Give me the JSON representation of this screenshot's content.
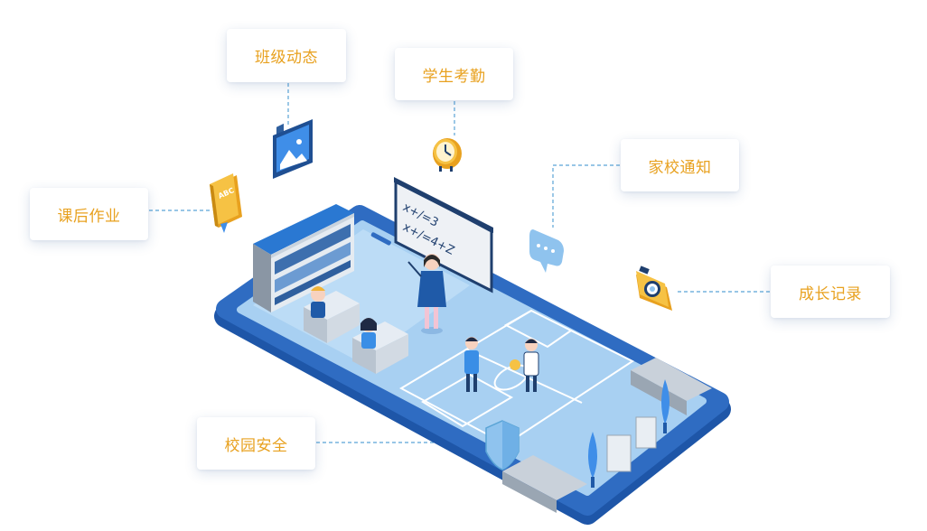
{
  "features": {
    "class_news": "班级动态",
    "attendance": "学生考勤",
    "homework": "课后作业",
    "notice": "家校通知",
    "growth": "成长记录",
    "safety": "校园安全"
  },
  "board_text": {
    "line1": "x+/=3",
    "line2": "x+/=4+Z"
  },
  "book_text": "ABC",
  "icons": [
    "picture-frame-icon",
    "clock-icon",
    "book-icon",
    "chat-bubble-icon",
    "camera-icon",
    "shield-icon"
  ],
  "colors": {
    "label_text": "#e8a11f",
    "phone_body": "#1e56a8",
    "phone_screen": "#a8d0f2",
    "connector": "#5aa4d6",
    "icon_gold": "#f6c244"
  }
}
